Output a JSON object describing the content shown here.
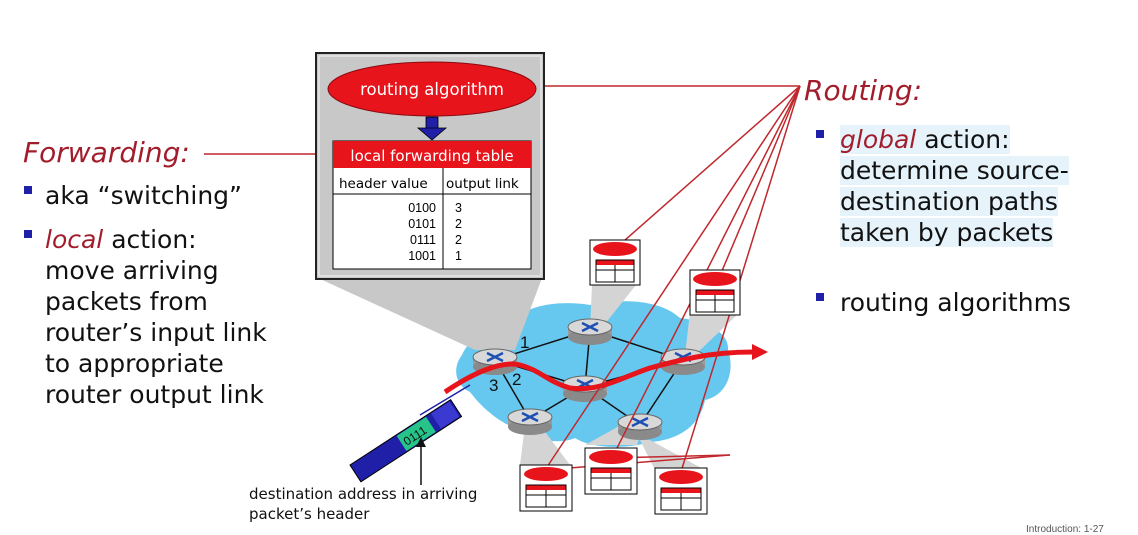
{
  "forwarding": {
    "heading": "Forwarding:",
    "bullet1": "aka “switching”",
    "bullet2_em": "local",
    "bullet2_rest": " action:",
    "bullet2_lines": [
      "move arriving",
      "packets from",
      "router’s input link",
      "to appropriate",
      "router output link"
    ]
  },
  "routing": {
    "heading": "Routing:",
    "bullet1_em": "global",
    "bullet1_rest": " action:",
    "bullet1_lines": [
      "determine source-",
      "destination paths",
      "taken by packets"
    ],
    "bullet2": "routing algorithms"
  },
  "router_box": {
    "algorithm_label": "routing algorithm",
    "table_title": "local forwarding table",
    "col_header": "header value",
    "col_output": "output link",
    "rows": [
      {
        "header": "0100",
        "link": "3"
      },
      {
        "header": "0101",
        "link": "2"
      },
      {
        "header": "0111",
        "link": "2"
      },
      {
        "header": "1001",
        "link": "1"
      }
    ]
  },
  "network": {
    "port_labels": [
      "1",
      "2",
      "3"
    ],
    "packet_value": "0111",
    "caption_lines": [
      "destination address in arriving",
      "packet’s header"
    ]
  },
  "footer": "Introduction: 1-27",
  "colors": {
    "accent_red": "#a21d2c",
    "table_red": "#e8141b",
    "network_blue": "#66c8ef",
    "bullet_blue": "#1f1fa8"
  }
}
